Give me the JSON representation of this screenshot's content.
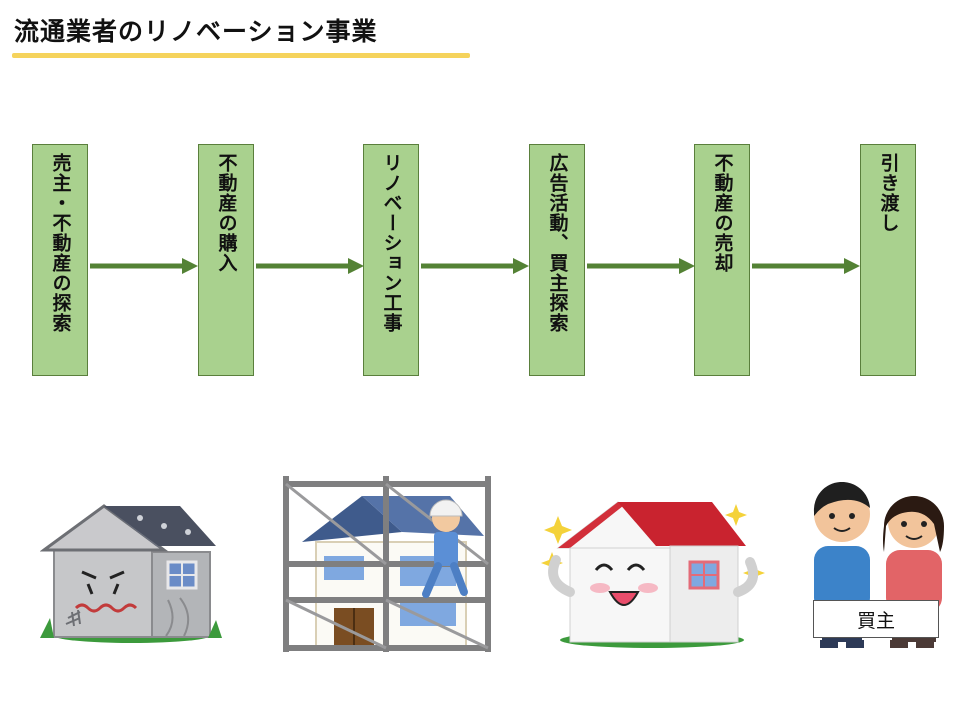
{
  "title": "流通業者のリノベーション事業",
  "steps": [
    {
      "label": "売主・不動産の探索"
    },
    {
      "label": "不動産の購入"
    },
    {
      "label": "リノベーション工事"
    },
    {
      "label": "広告活動、買主探索"
    },
    {
      "label": "不動産の売却"
    },
    {
      "label": "引き渡し"
    }
  ],
  "buyer_label": "買主",
  "colors": {
    "step_fill": "#a9d18e",
    "step_border": "#5a7f3c",
    "arrow": "#548235",
    "title_underline": "#f5d35c"
  },
  "illustrations": [
    "old-house-illustration",
    "renovation-scaffold-illustration",
    "happy-house-illustration",
    "buyers-couple-illustration"
  ]
}
